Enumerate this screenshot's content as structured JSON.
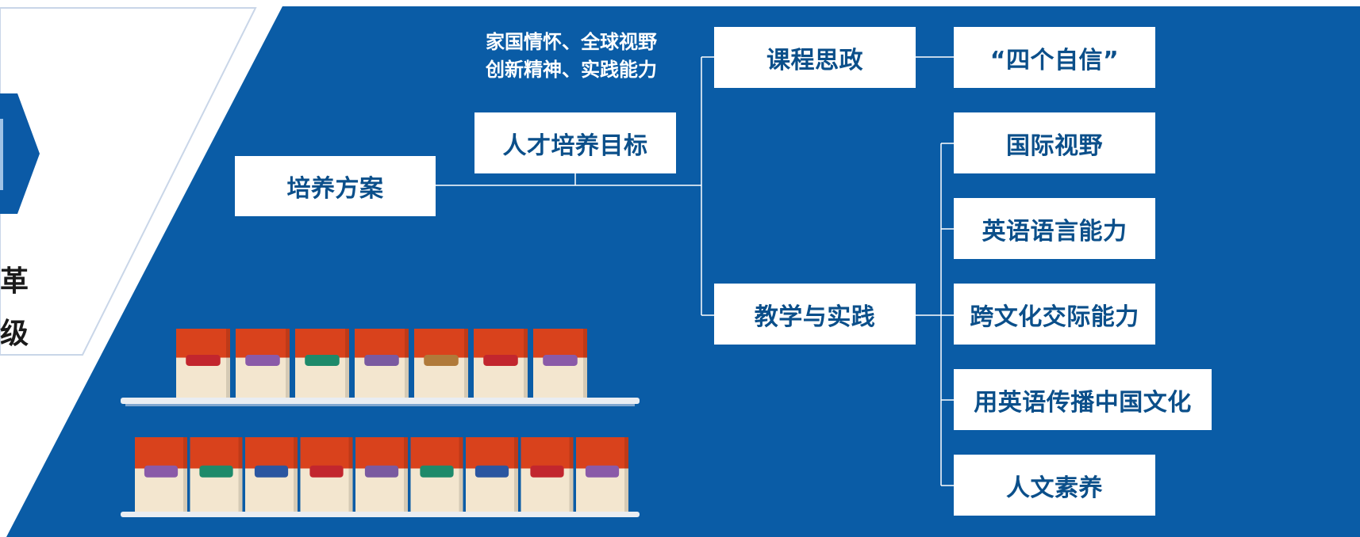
{
  "diagram": {
    "root": "培养方案",
    "goal": "人才培养目标",
    "goal_caption": [
      "家国情怀、全球视野",
      "创新精神、实践能力"
    ],
    "branch_top": "课程思政",
    "branch_top_leaf": "“四个自信”",
    "branch_bottom": "教学与实践",
    "branch_bottom_leaves": [
      "国际视野",
      "英语语言能力",
      "跨文化交际能力",
      "用英语传播中国文化",
      "人文素养"
    ]
  },
  "side_panel": {
    "fragments": [
      "革",
      "级"
    ]
  },
  "bookshelf": {
    "top_row_count": 7,
    "bottom_row_count": 9,
    "label_colors_top": [
      "#c2262e",
      "#8a5aa8",
      "#1e8a6a",
      "#7a5aa0",
      "#b07a3a",
      "#c2262e",
      "#8a5aa8"
    ],
    "label_colors_bottom": [
      "#8a5aa8",
      "#1e8a6a",
      "#2b56a0",
      "#c2262e",
      "#7a5aa0",
      "#1e8a6a",
      "#2b56a0",
      "#c2262e",
      "#8a5aa8"
    ]
  },
  "colors": {
    "background_blue": "#0a5ca6",
    "box_text": "#0b4f8a",
    "chevron": "#0b5aa6",
    "connector": "#ffffff",
    "book_cover_top": "#d9421c",
    "book_cover_body": "#f3e6cf",
    "shelf": "#e9edf2"
  }
}
